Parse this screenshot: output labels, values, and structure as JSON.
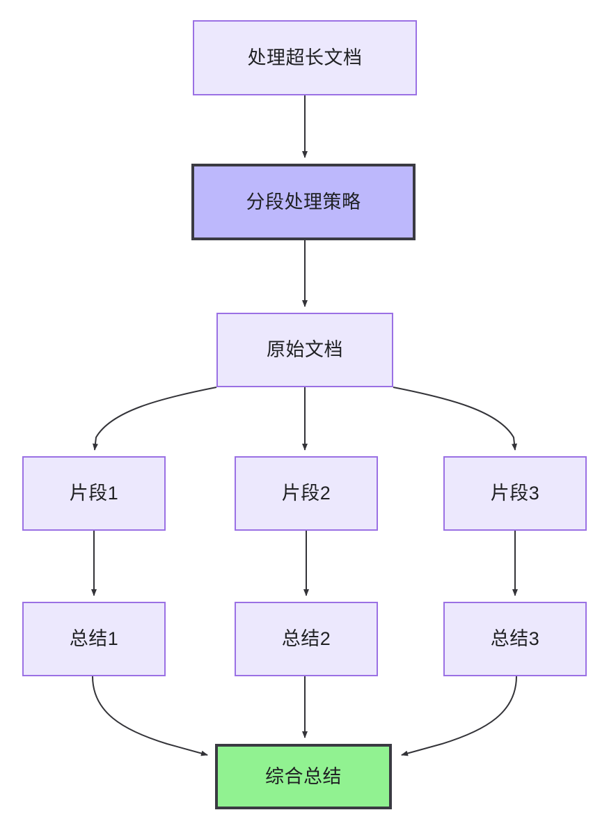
{
  "diagram": {
    "type": "flowchart",
    "direction": "top-down",
    "background_color": "#ffffff",
    "palette": {
      "default_fill": "#ece8fd",
      "default_stroke": "#9a70e4",
      "highlight_fill": "#bdb8fc",
      "highlight_stroke": "#3a3a42",
      "result_fill": "#91f291",
      "result_stroke": "#3a3a42",
      "edge_color": "#333338",
      "text_color": "#1f2023"
    },
    "nodes": [
      {
        "id": "root",
        "label": "处理超长文档",
        "style": "default"
      },
      {
        "id": "strategy",
        "label": "分段处理策略",
        "style": "highlight"
      },
      {
        "id": "source",
        "label": "原始文档",
        "style": "default"
      },
      {
        "id": "chunk1",
        "label": "片段1",
        "style": "default"
      },
      {
        "id": "chunk2",
        "label": "片段2",
        "style": "default"
      },
      {
        "id": "chunk3",
        "label": "片段3",
        "style": "default"
      },
      {
        "id": "summary1",
        "label": "总结1",
        "style": "default"
      },
      {
        "id": "summary2",
        "label": "总结2",
        "style": "default"
      },
      {
        "id": "summary3",
        "label": "总结3",
        "style": "default"
      },
      {
        "id": "final",
        "label": "综合总结",
        "style": "result"
      }
    ],
    "edges": [
      {
        "from": "root",
        "to": "strategy",
        "shape": "straight",
        "arrow": "end"
      },
      {
        "from": "strategy",
        "to": "source",
        "shape": "straight",
        "arrow": "end"
      },
      {
        "from": "source",
        "to": "chunk1",
        "shape": "curve",
        "arrow": "end"
      },
      {
        "from": "source",
        "to": "chunk2",
        "shape": "straight",
        "arrow": "end"
      },
      {
        "from": "source",
        "to": "chunk3",
        "shape": "curve",
        "arrow": "end"
      },
      {
        "from": "chunk1",
        "to": "summary1",
        "shape": "straight",
        "arrow": "end"
      },
      {
        "from": "chunk2",
        "to": "summary2",
        "shape": "straight",
        "arrow": "end"
      },
      {
        "from": "chunk3",
        "to": "summary3",
        "shape": "straight",
        "arrow": "end"
      },
      {
        "from": "summary1",
        "to": "final",
        "shape": "curve",
        "arrow": "end"
      },
      {
        "from": "summary2",
        "to": "final",
        "shape": "straight",
        "arrow": "end"
      },
      {
        "from": "summary3",
        "to": "final",
        "shape": "curve",
        "arrow": "end"
      }
    ]
  }
}
